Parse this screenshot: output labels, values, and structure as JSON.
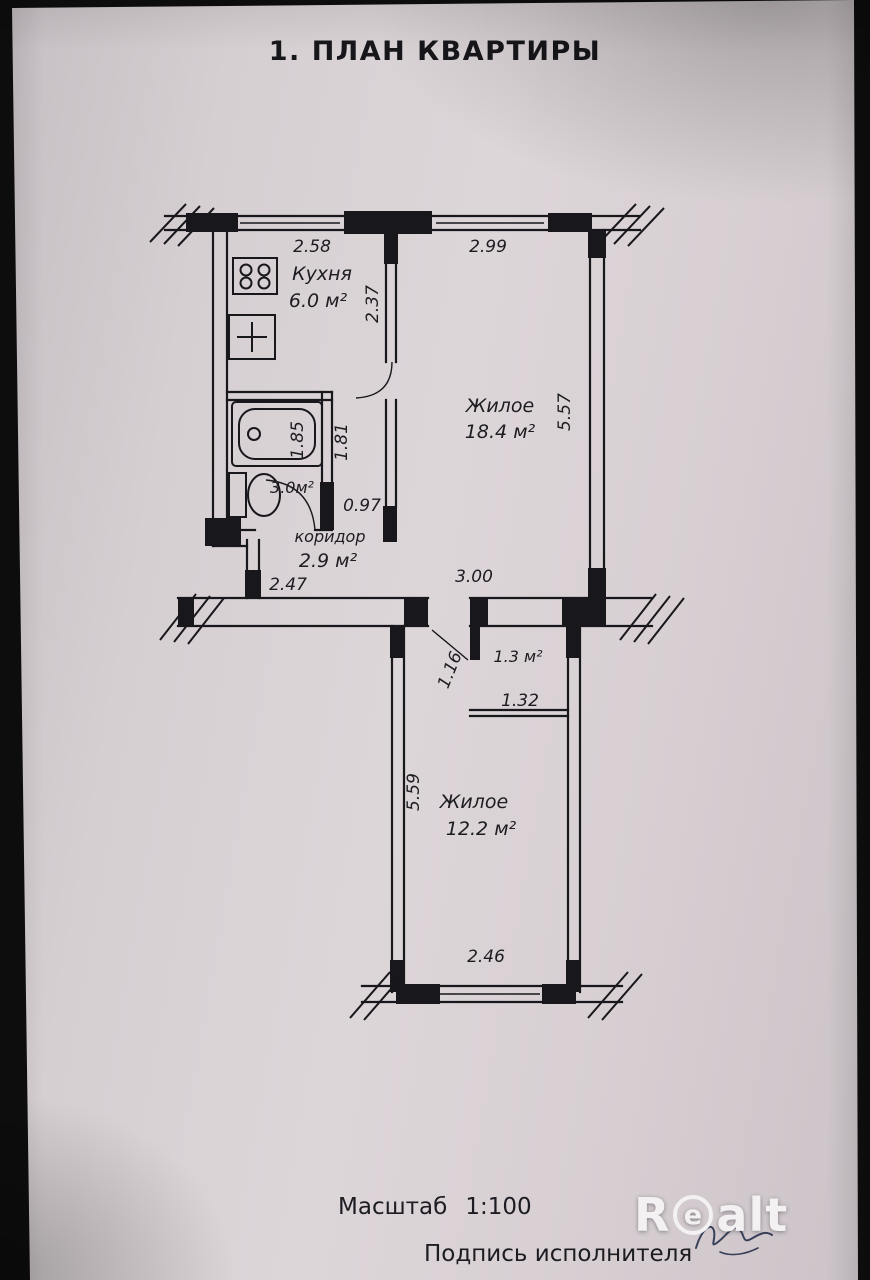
{
  "page": {
    "title": "1. ПЛАН КВАРТИРЫ"
  },
  "plan": {
    "rooms": {
      "kitchen": {
        "name": "Кухня",
        "area": "6.0 м²"
      },
      "living_top": {
        "name": "Жилое",
        "area": "18.4 м²"
      },
      "bathroom": {
        "area": "3.0м²"
      },
      "corridor": {
        "name": "коридор",
        "area": "2.9 м²"
      },
      "closet": {
        "area": "1.3 м²"
      },
      "living_bottom": {
        "name": "Жилое",
        "area": "12.2 м²"
      }
    },
    "dimensions": {
      "kitchen_top": "2.58",
      "living_top_width": "2.99",
      "kitchen_side": "2.37",
      "living_top_depth": "5.57",
      "bathroom_depth": "1.85",
      "corridor_side": "1.81",
      "corridor_width": "0.97",
      "living_top_bottom": "3.00",
      "hall_bottom": "2.47",
      "closet_depth": "1.16",
      "closet_width": "1.32",
      "living_bottom_depth": "5.59",
      "living_bottom_width": "2.46"
    }
  },
  "footer": {
    "scale_label": "Масштаб",
    "scale_value": "1:100",
    "signature_label": "Подпись исполнителя"
  },
  "watermark": {
    "part1": "R",
    "part2": "e",
    "part3": "alt"
  }
}
